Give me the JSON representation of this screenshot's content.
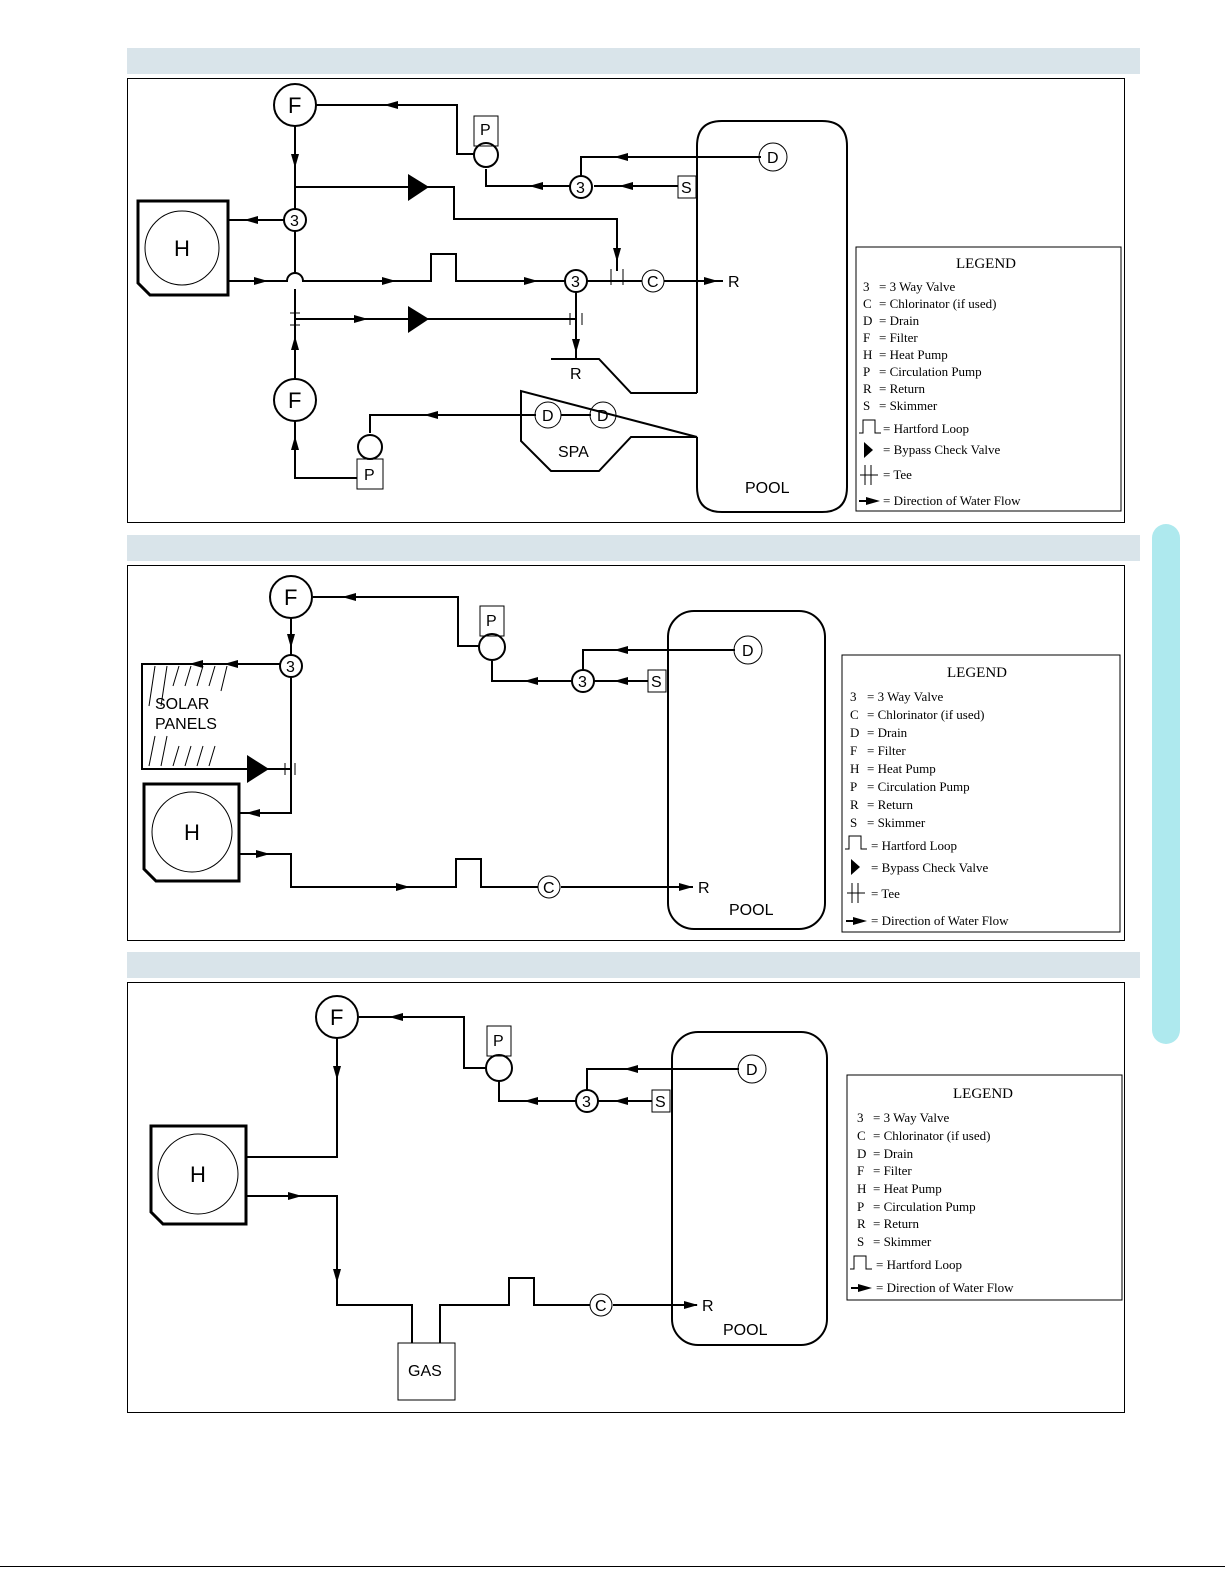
{
  "legend": {
    "title": "LEGEND",
    "items": [
      {
        "sym": "3",
        "text": "= 3 Way Valve"
      },
      {
        "sym": "C",
        "text": "= Chlorinator (if used)"
      },
      {
        "sym": "D",
        "text": "= Drain"
      },
      {
        "sym": "F",
        "text": "= Filter"
      },
      {
        "sym": "H",
        "text": "= Heat Pump"
      },
      {
        "sym": "P",
        "text": "= Circulation Pump"
      },
      {
        "sym": "R",
        "text": "= Return"
      },
      {
        "sym": "S",
        "text": "= Skimmer"
      }
    ],
    "hartford": "= Hartford Loop",
    "bypass": "= Bypass Check Valve",
    "tee": "= Tee",
    "flow": "= Direction of Water Flow"
  },
  "labels": {
    "filter": "F",
    "pump": "P",
    "valve": "3",
    "skimmer": "S",
    "drain": "D",
    "chlorinator": "C",
    "return": "R",
    "heat_pump": "H",
    "pool": "POOL",
    "spa": "SPA",
    "solar_line1": "SOLAR",
    "solar_line2": "PANELS",
    "gas": "GAS"
  },
  "colors": {
    "header_bar": "#d9e4ea",
    "side_tab": "#aee9ee"
  }
}
